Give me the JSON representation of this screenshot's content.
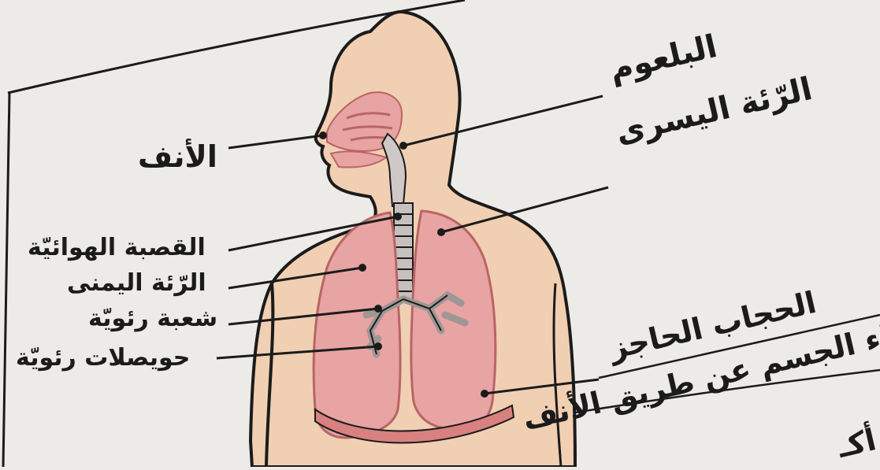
{
  "labels": {
    "pharynx": "البلعوم",
    "left_lung": "الرّئة اليسرى",
    "nose": "الأنف",
    "trachea": "القصبة الهوائيّة",
    "right_lung": "الرّئة اليمنى",
    "bronchus": "شعبة رئويّة",
    "alveoli": "حويصلات رئويّة",
    "diaphragm": "الحجاب الحاجز"
  },
  "page_text": {
    "line1": "الهواء الجسم عن طريق الأنف",
    "line2": "أكـ"
  },
  "colors": {
    "paper": "#ecebe8",
    "skin": "#f1cfb2",
    "lung": "#e8a3a3",
    "lung_dark": "#d98080",
    "airway": "#b7b3b1",
    "ink": "#1b1b1b"
  }
}
